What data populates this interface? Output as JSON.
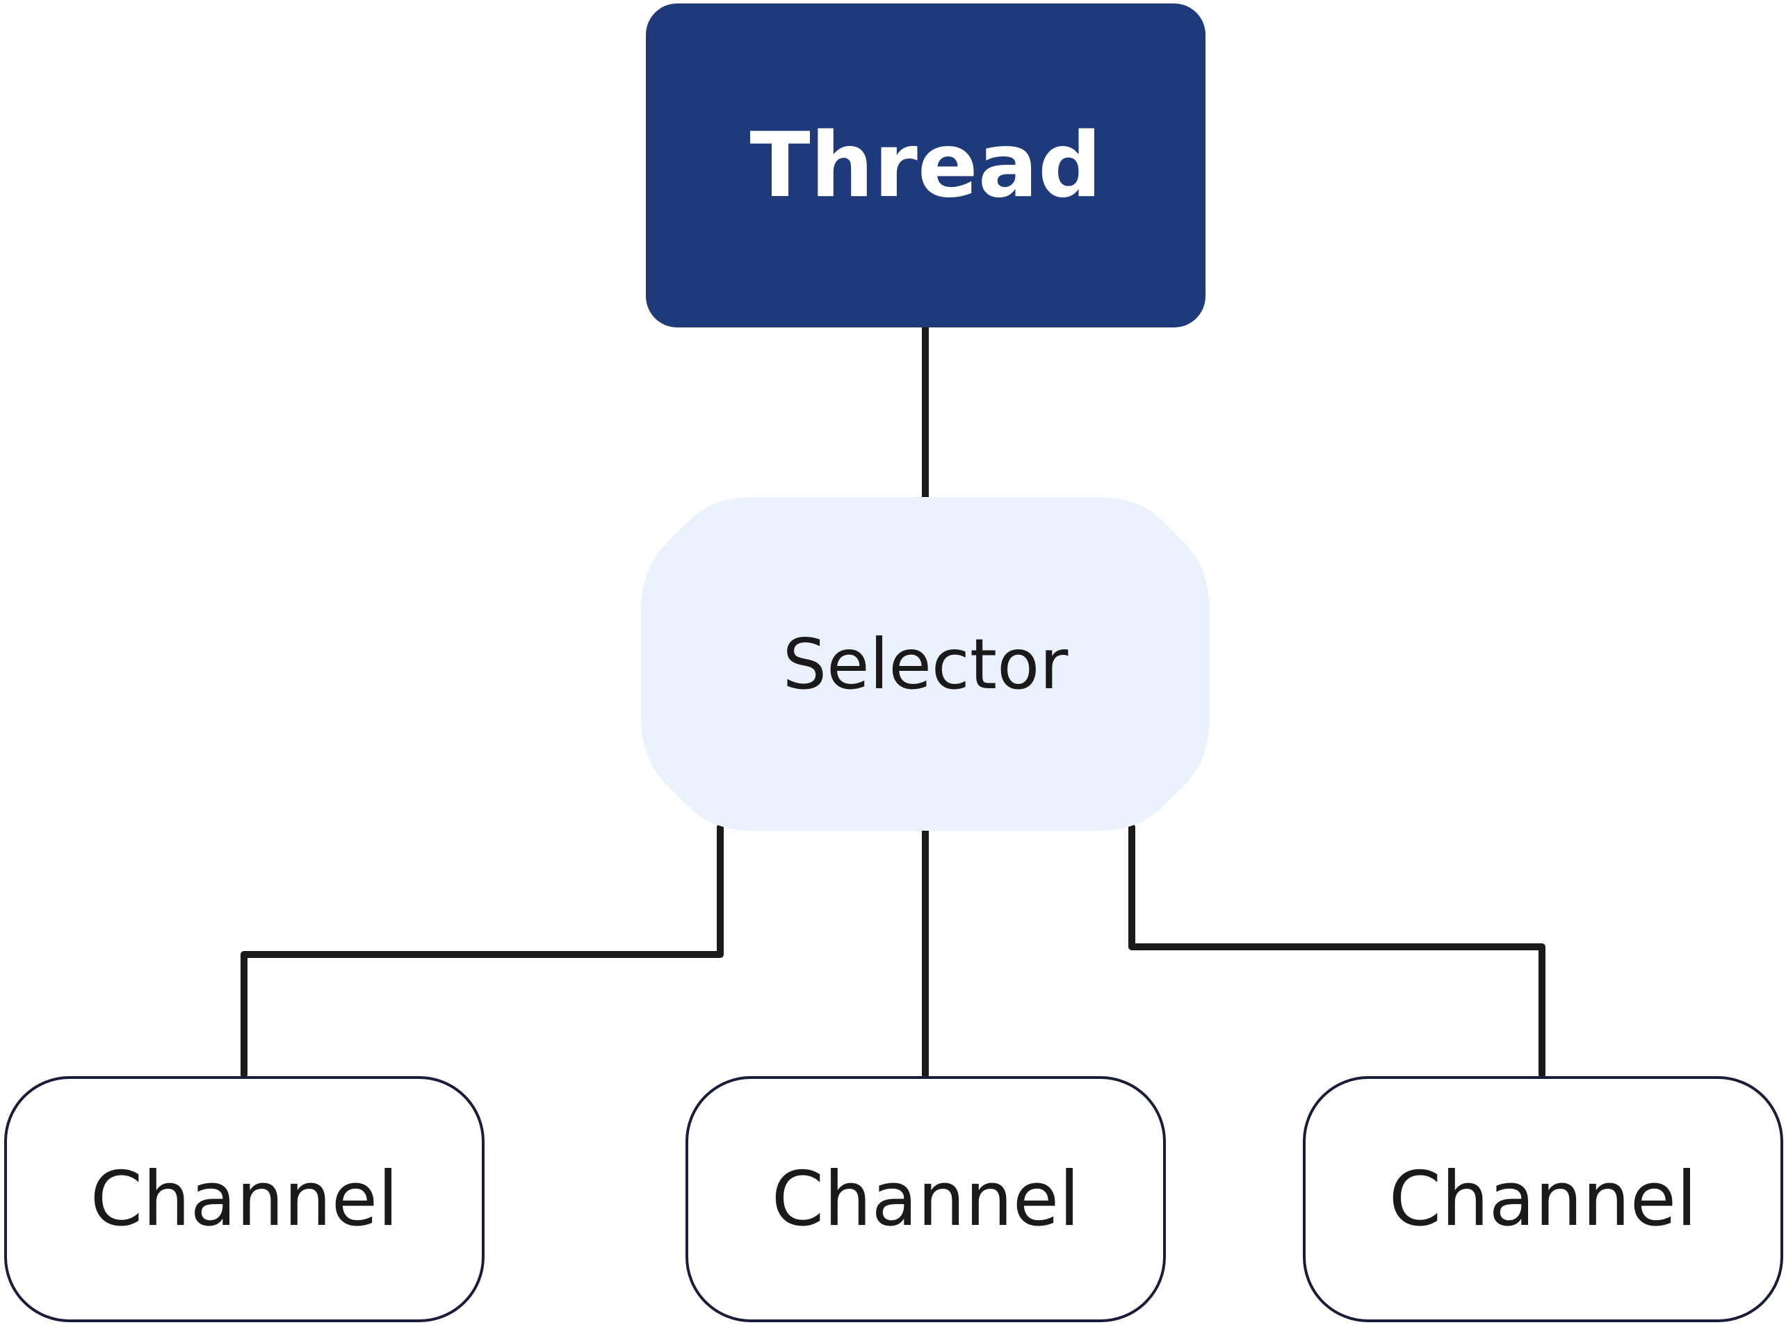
{
  "nodes": {
    "thread": {
      "label": "Thread"
    },
    "selector": {
      "label": "Selector"
    },
    "channels": [
      {
        "label": "Channel"
      },
      {
        "label": "Channel"
      },
      {
        "label": "Channel"
      }
    ]
  },
  "edges": [
    {
      "from": "Thread",
      "to": "Selector"
    },
    {
      "from": "Selector",
      "to": "Channel 1"
    },
    {
      "from": "Selector",
      "to": "Channel 2"
    },
    {
      "from": "Selector",
      "to": "Channel 3"
    }
  ],
  "colors": {
    "thread_fill": "#1f3a7a",
    "selector_fill": "#ebf2fd",
    "channel_stroke": "#1a1d3a",
    "line": "#1a1a1a",
    "text_dark": "#1a1a1a",
    "text_light": "#ffffff"
  }
}
